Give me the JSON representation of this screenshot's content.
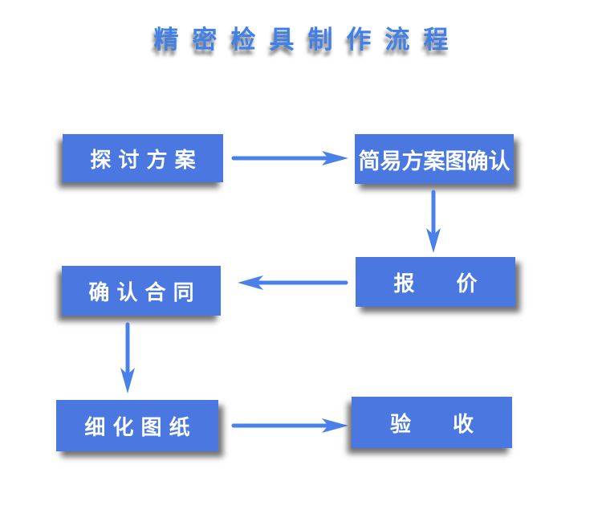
{
  "title": {
    "text": "精密检具制作流程"
  },
  "colors": {
    "box_fill": "#4a78e0",
    "arrow": "#4a80ea",
    "title_text": "#4080e8",
    "box_text": "#ffffff",
    "background": "#ffffff",
    "shadow": "rgba(40,40,40,0.65)"
  },
  "flow": {
    "steps": [
      {
        "id": "discuss-plan",
        "label": "探 讨 方 案"
      },
      {
        "id": "simple-drawing-confirm",
        "label": "简易方案图确认"
      },
      {
        "id": "quotation",
        "label": "报　　价"
      },
      {
        "id": "confirm-contract",
        "label": "确 认 合 同"
      },
      {
        "id": "refine-drawings",
        "label": "细 化 图 纸"
      },
      {
        "id": "acceptance",
        "label": "验　　收"
      }
    ],
    "arrows": [
      {
        "from": "探讨方案",
        "to": "简易方案图确认",
        "direction": "right"
      },
      {
        "from": "简易方案图确认",
        "to": "报价",
        "direction": "down"
      },
      {
        "from": "报价",
        "to": "确认合同",
        "direction": "left"
      },
      {
        "from": "确认合同",
        "to": "细化图纸",
        "direction": "down"
      },
      {
        "from": "细化图纸",
        "to": "验收",
        "direction": "right"
      }
    ]
  }
}
